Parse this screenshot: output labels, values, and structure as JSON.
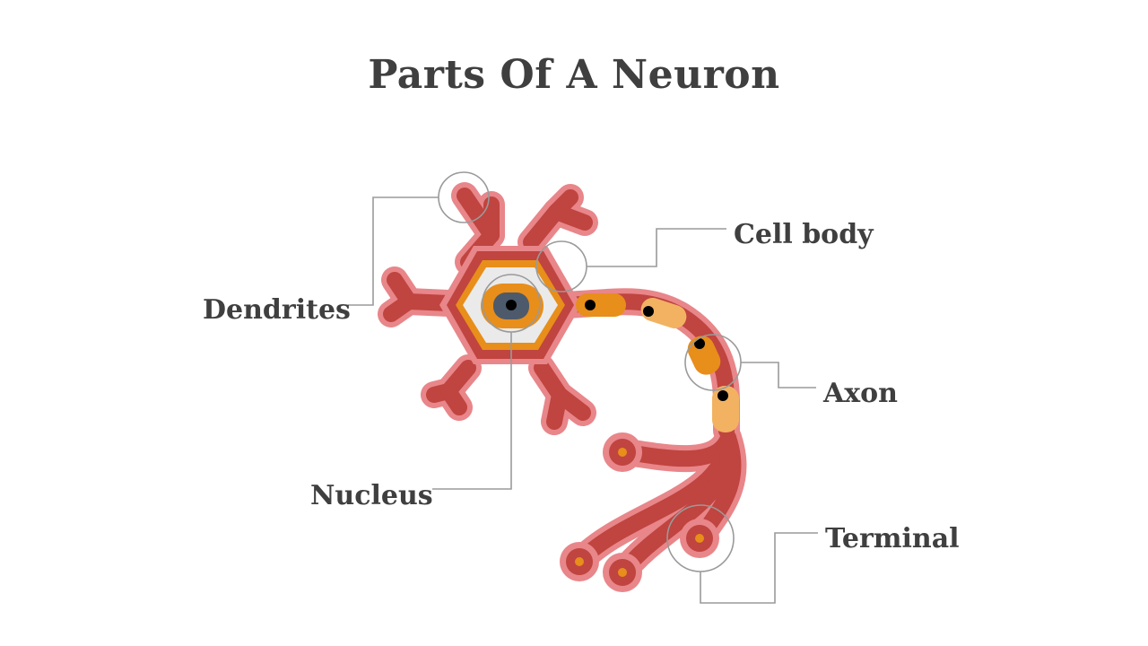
{
  "slide": {
    "title": "Parts Of A Neuron"
  },
  "labels": {
    "dendrites": "Dendrites",
    "cell_body": "Cell body",
    "axon": "Axon",
    "nucleus": "Nucleus",
    "terminal": "Terminal"
  },
  "colors": {
    "membrane_outer": "#e8868a",
    "membrane": "#c0443f",
    "body_orange": "#e88e1a",
    "body_inner": "#eaeaea",
    "myelin_dark": "#e88e1a",
    "myelin_light": "#f2b262",
    "nucleus_core": "#4d5a6b",
    "callout_line": "#9a9a9a",
    "text": "#3f3f3f"
  }
}
